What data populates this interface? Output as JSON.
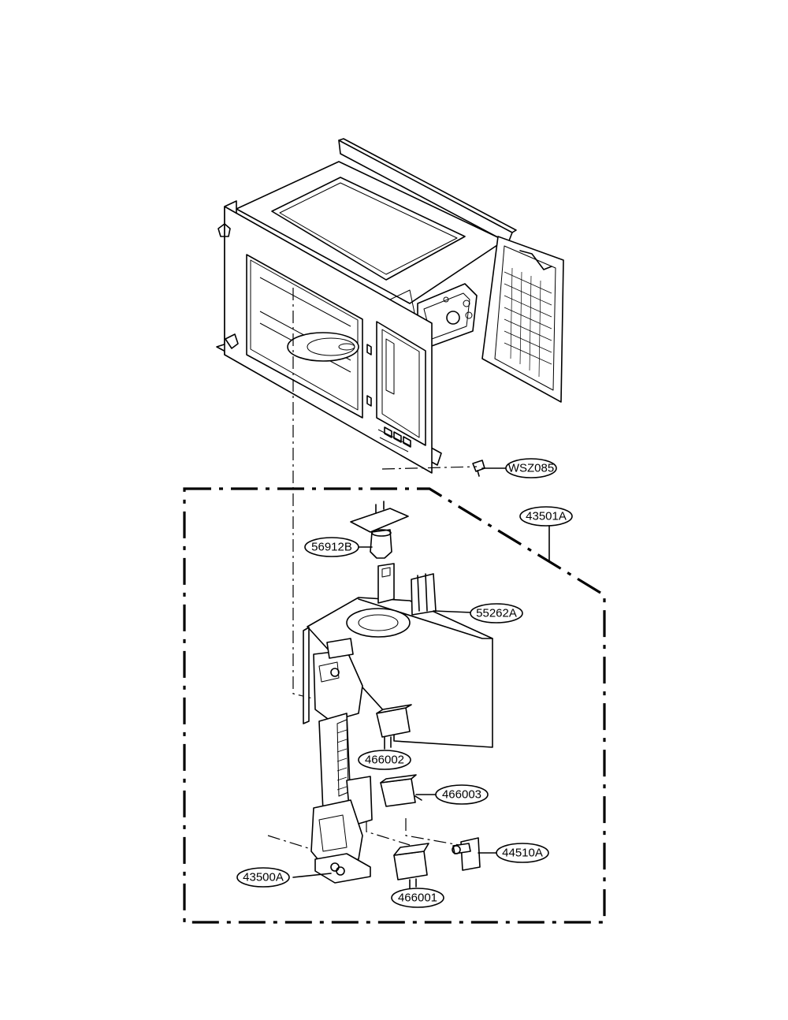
{
  "parts": {
    "wsz085": "WSZ085",
    "p43501a": "43501A",
    "p56912b": "56912B",
    "p55262a": "55262A",
    "p466002": "466002",
    "p466003": "466003",
    "p44510a": "44510A",
    "p43500a": "43500A",
    "p466001": "466001"
  }
}
